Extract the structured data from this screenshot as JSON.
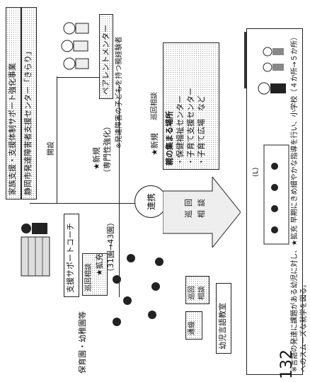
{
  "header": {
    "line1": "家族支援・支援体制サポート強化事業",
    "line2": "静岡市発達障害者支援センター「きらり」"
  },
  "hub": {
    "label": "連携"
  },
  "specialist": {
    "label": "（専門性強化）"
  },
  "new_label": "★新規",
  "parent_mentor": {
    "label": "ペアレントメンター",
    "note": "※発達障害の子どもを持つ親経験者"
  },
  "kaisetsu": "開設",
  "support_coach": {
    "label": "支援サポートコーチ",
    "tag": "巡回相談"
  },
  "expand": {
    "label": "★拡充",
    "count": "（31園→43園）"
  },
  "nursery": {
    "label": "保育園・幼稚園等"
  },
  "gathering": {
    "title": "親の集まる場所",
    "items": [
      "・保健福祉センター",
      "・子育て支援センター",
      "・子育て広場　など"
    ],
    "tag": "巡回相談",
    "new": "★新規"
  },
  "big_arrow_labels": [
    "巡",
    "回",
    "相",
    "談"
  ],
  "speech": {
    "label": "幼児言語教室",
    "tag1": "巡回相談",
    "tag2": "通級"
  },
  "bottom_note": "※言語の発達に課題がある幼児に対し、★拡充 早期にきめ細やかな指導を行い、小学校（４か所→５か所）へのスムーズな就学を図る。",
  "page_number": "132",
  "school_clock": "(L)"
}
